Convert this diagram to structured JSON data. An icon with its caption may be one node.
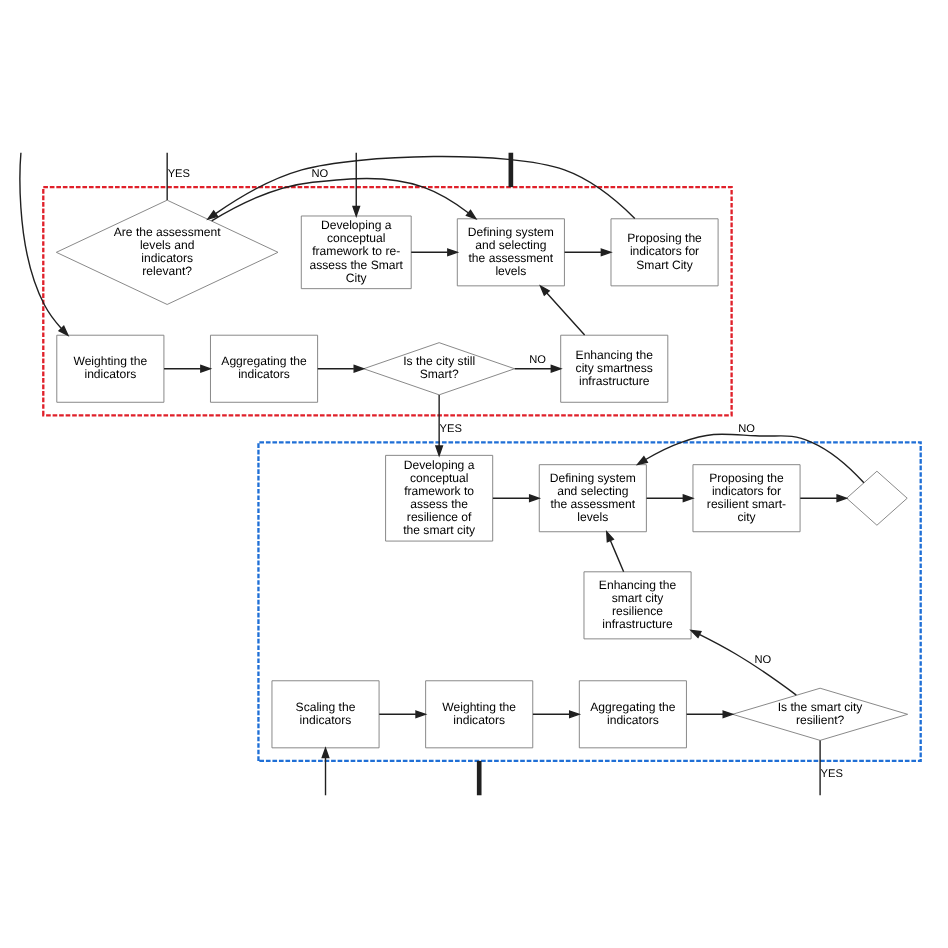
{
  "diagram": {
    "nodes": [
      {
        "text": [],
        "shape": "box"
      },
      {
        "text": [
          "Developing a conceptual framework to re-assess the Smart City"
        ],
        "in": 0
      },
      {
        "text": [
          "Defining system and selecting the assessment levels"
        ],
        "in": 0
      },
      {
        "text": [
          "Proposing the indicators for Smart City"
        ],
        "in": 0
      },
      {
        "text": [
          "Are the assessment levels and indicators relevant?"
        ],
        "in": 0
      },
      {
        "text": [
          "Enhancing the city smartness infrastructure"
        ],
        "in": 0
      },
      {
        "text": [
          "Is the city still Smart?"
        ],
        "in": 0
      },
      {
        "text": [
          "Aggregating the indicators"
        ],
        "in": 0
      },
      {
        "text": [
          "Weighting the indicators"
        ],
        "in": 0
      },
      {
        "text": [],
        "shape": "box"
      },
      {
        "text": [
          "Developing a conceptual framework to assess the resilience of the smart city"
        ],
        "in": 9
      },
      {
        "text": [
          "Defining system and selecting the assessment levels"
        ],
        "in": 9
      },
      {
        "text": [
          "Proposing the indicators for resilient smart-city"
        ],
        "in": 9
      },
      {
        "text": [],
        "shape": "diamond",
        "in": 9
      },
      {
        "text": [
          "Enhancing the smart city resilience infrastructure"
        ],
        "in": 9
      },
      {
        "text": [
          "Is the smart city resilient?"
        ],
        "in": 9
      },
      {
        "text": [
          "Aggregating the indicators"
        ],
        "in": 9
      },
      {
        "text": [
          "Weighting the indicators"
        ],
        "in": 9
      },
      {
        "text": [
          "Scaling the indicators"
        ],
        "in": 9
      }
    ],
    "edges": [
      {
        "from": null,
        "to": 1,
        "arrow": "to"
      },
      {
        "from": 1,
        "to": 2,
        "arrow": "to"
      },
      {
        "from": 2,
        "to": 3,
        "arrow": "to"
      },
      {
        "from": 3,
        "to": 4,
        "arrow": "to"
      },
      {
        "from": 4,
        "to": 2,
        "arrow": "to",
        "label": "NO"
      },
      {
        "from": 4,
        "to": null,
        "arrow": "none",
        "label": "YES"
      },
      {
        "from": null,
        "to": 8,
        "arrow": "to"
      },
      {
        "from": 8,
        "to": 7,
        "arrow": "to"
      },
      {
        "from": 7,
        "to": 6,
        "arrow": "to"
      },
      {
        "from": 6,
        "to": 5,
        "arrow": "to",
        "label": "NO"
      },
      {
        "from": 5,
        "to": 2,
        "arrow": "to"
      },
      {
        "from": 6,
        "to": 10,
        "arrow": "to",
        "label": "YES"
      },
      {
        "from": null,
        "to": 0,
        "arrow": "none",
        "style": "thick"
      },
      {
        "from": 10,
        "to": 11,
        "arrow": "to"
      },
      {
        "from": 11,
        "to": 12,
        "arrow": "to"
      },
      {
        "from": 12,
        "to": 13,
        "arrow": "to"
      },
      {
        "from": 13,
        "to": 11,
        "arrow": "to",
        "label": "NO"
      },
      {
        "from": 15,
        "to": 14,
        "arrow": "to",
        "label": "NO"
      },
      {
        "from": 14,
        "to": 11,
        "arrow": "to"
      },
      {
        "from": null,
        "to": 18,
        "arrow": "to"
      },
      {
        "from": 18,
        "to": 17,
        "arrow": "to"
      },
      {
        "from": 17,
        "to": 16,
        "arrow": "to"
      },
      {
        "from": 16,
        "to": 15,
        "arrow": "to"
      },
      {
        "from": 15,
        "to": null,
        "arrow": "none",
        "label": "YES"
      },
      {
        "from": null,
        "to": 9,
        "arrow": "none",
        "style": "thick"
      }
    ]
  }
}
